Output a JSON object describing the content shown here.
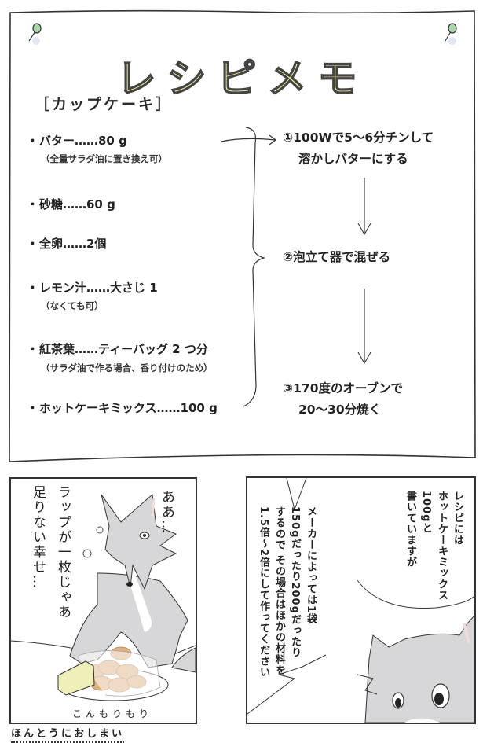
{
  "memo": {
    "title": "レシピメモ",
    "section": "［カップケーキ］",
    "ingredients": [
      {
        "bullet": "・",
        "label": "バター……80 g",
        "note": "（全量サラダ油に置き換え可）"
      },
      {
        "bullet": "・",
        "label": "砂糖……60 g",
        "note": ""
      },
      {
        "bullet": "・",
        "label": "全卵……2個",
        "note": ""
      },
      {
        "bullet": "・",
        "label": "レモン汁……大さじ 1",
        "note": "（なくても可）"
      },
      {
        "bullet": "・",
        "label": "紅茶葉……ティーバッグ 2 つ分",
        "note": "（サラダ油で作る場合、香り付けのため）"
      },
      {
        "bullet": "・",
        "label": "ホットケーキミックス……100 g",
        "note": ""
      }
    ],
    "steps": [
      {
        "lines": [
          "①100Wで5～6分チンして",
          "溶かしバターにする"
        ],
        "highlight": "#f7dde2"
      },
      {
        "lines": [
          "②泡立て器で混ぜる"
        ],
        "highlight": "#dbe9f4"
      },
      {
        "lines": [
          "③170度のオーブンで",
          "20～30分焼く"
        ],
        "highlight": "#f5f0cf"
      }
    ],
    "colors": {
      "title_fill": "#f5ee9e",
      "pin": "#a8d8a8",
      "outline": "#333333"
    }
  },
  "panel_left": {
    "speech_1": "ラップが一枚じゃあ",
    "speech_2": "足りない幸せ…",
    "speech_3": "ああ…",
    "sound_effect": "こんもりもり"
  },
  "panel_right": {
    "bubble_1": [
      "レシピには",
      "ホットケーキミックス",
      "100gと",
      "書いていますが"
    ],
    "bubble_2": [
      "メーカーによっては1袋",
      "150gだったり200gだったり",
      "するので その場合はほかの材料を",
      "1.5倍～2倍にして作ってください"
    ]
  },
  "footer": {
    "text": "ほんとうにおしまい"
  }
}
